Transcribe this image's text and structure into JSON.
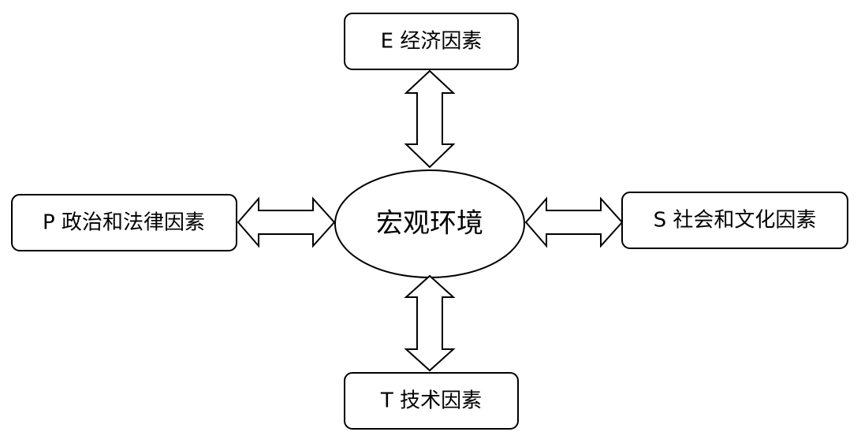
{
  "diagram": {
    "center": {
      "label": "宏观环境"
    },
    "nodes": {
      "economic": {
        "label": "E 经济因素"
      },
      "political": {
        "label": "P 政治和法律因素"
      },
      "social": {
        "label": "S 社会和文化因素"
      },
      "technological": {
        "label": "T 技术因素"
      }
    },
    "colors": {
      "stroke": "#000000",
      "fill": "#ffffff",
      "text": "#000000"
    }
  }
}
